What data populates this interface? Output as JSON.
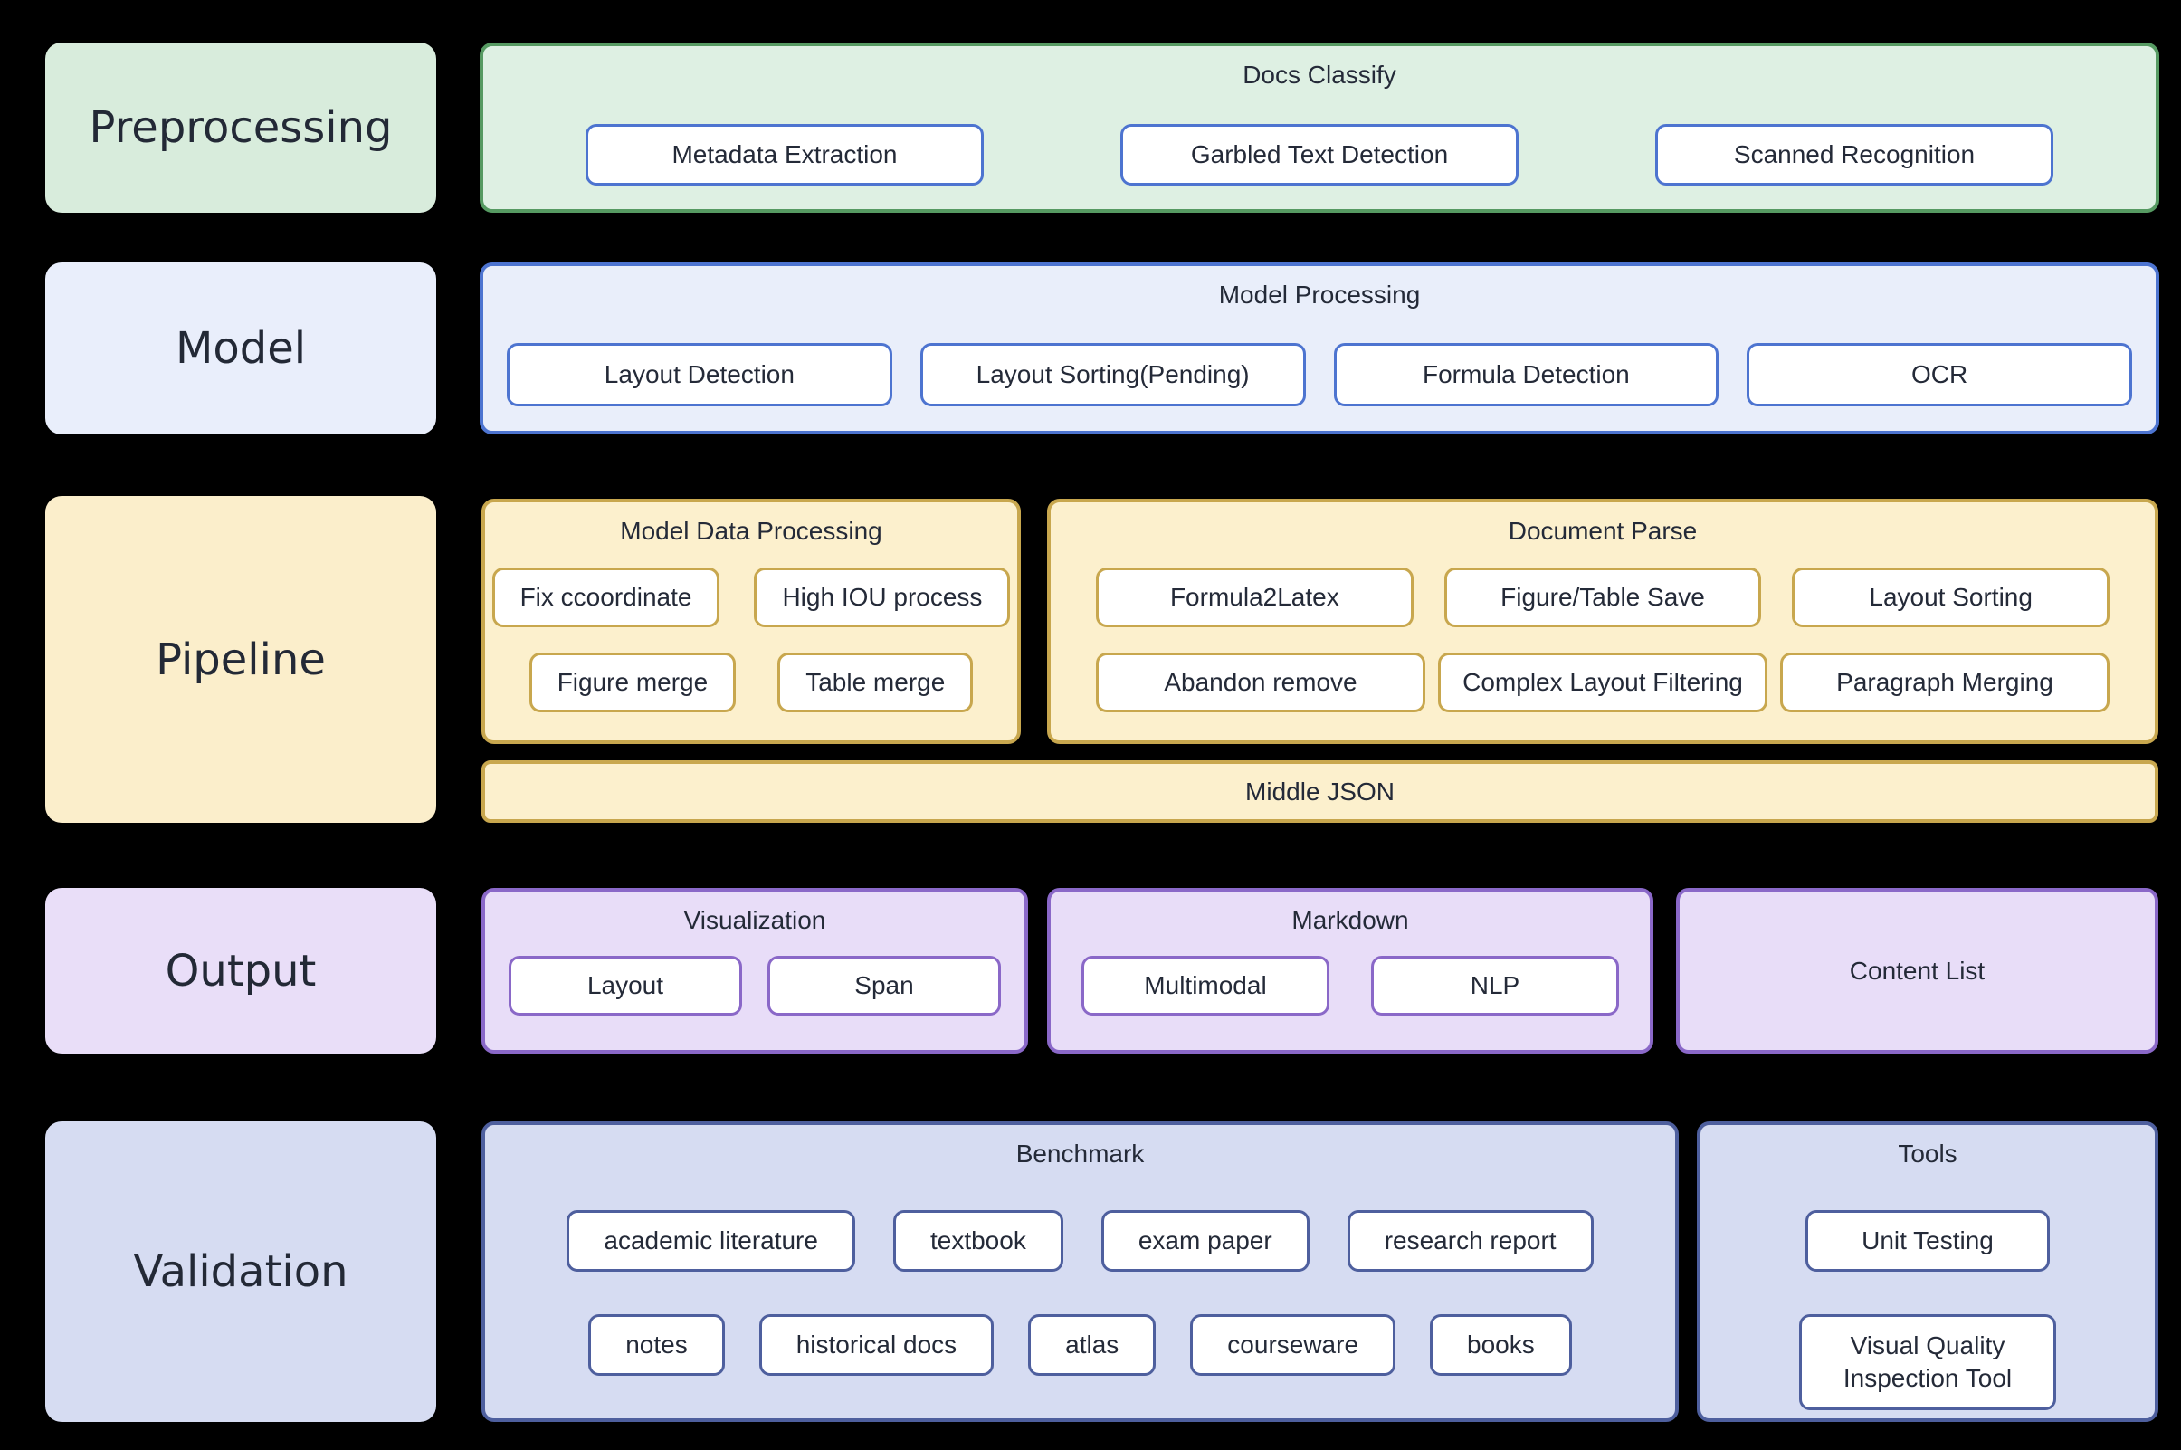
{
  "canvas": {
    "background": "#000000",
    "text_color": "#242a38"
  },
  "colors": {
    "green_fill": "#def0e3",
    "green_border": "#569a62",
    "green_label_fill": "#d8ecdc",
    "blue_fill": "#e9eefa",
    "blue_border": "#4d74d0",
    "blue_label_fill": "#e9eefb",
    "gold_fill": "#fcf0cd",
    "gold_border": "#c8a74e",
    "gold_label_fill": "#fbeecb",
    "purple_fill": "#e8ddf8",
    "purple_border": "#8a68c8",
    "purple_label_fill": "#e9def8",
    "indigo_fill": "#d6dcf2",
    "indigo_border": "#4e5f9e",
    "indigo_label_fill": "#d6dcf2",
    "node_fill": "#ffffff"
  },
  "rows": {
    "preprocessing": {
      "label": "Preprocessing",
      "docs_classify": {
        "title": "Docs Classify",
        "items": [
          "Metadata Extraction",
          "Garbled Text Detection",
          "Scanned Recognition"
        ]
      }
    },
    "model": {
      "label": "Model",
      "model_processing": {
        "title": "Model Processing",
        "items": [
          "Layout Detection",
          "Layout Sorting(Pending)",
          "Formula Detection",
          "OCR"
        ]
      }
    },
    "pipeline": {
      "label": "Pipeline",
      "model_data_processing": {
        "title": "Model Data Processing",
        "row1": [
          "Fix ccoordinate",
          "High IOU process"
        ],
        "row2": [
          "Figure merge",
          "Table merge"
        ]
      },
      "document_parse": {
        "title": "Document Parse",
        "row1": [
          "Formula2Latex",
          "Figure/Table Save",
          "Layout Sorting"
        ],
        "row2": [
          "Abandon remove",
          "Complex Layout Filtering",
          "Paragraph Merging"
        ]
      },
      "middle_json": {
        "title": "Middle JSON"
      }
    },
    "output": {
      "label": "Output",
      "visualization": {
        "title": "Visualization",
        "items": [
          "Layout",
          "Span"
        ]
      },
      "markdown": {
        "title": "Markdown",
        "items": [
          "Multimodal",
          "NLP"
        ]
      },
      "content_list": {
        "title": "Content List"
      }
    },
    "validation": {
      "label": "Validation",
      "benchmark": {
        "title": "Benchmark",
        "row1": [
          "academic literature",
          "textbook",
          "exam paper",
          "research report"
        ],
        "row2": [
          "notes",
          "historical docs",
          "atlas",
          "courseware",
          "books"
        ]
      },
      "tools": {
        "title": "Tools",
        "items": [
          "Unit Testing",
          "Visual Quality Inspection Tool"
        ]
      }
    }
  }
}
